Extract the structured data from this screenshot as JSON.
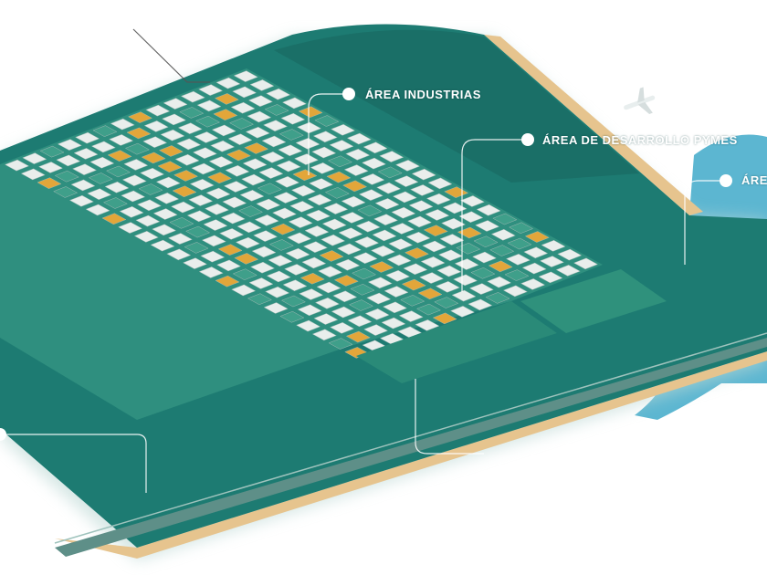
{
  "map": {
    "labels": [
      {
        "id": "industrias",
        "text": "ÁREA INDUSTRIAS"
      },
      {
        "id": "pymes",
        "text": "ÁREA DE DESARROLLO PYMES"
      },
      {
        "id": "third",
        "text": "ÁRE"
      }
    ],
    "icons": [
      "airplane-icon"
    ],
    "colors": {
      "park": "#1d7b72",
      "plot": "#3f9f8a",
      "building": "#e9eeec",
      "accent": "#e2a63a",
      "sand": "#e6c48e",
      "water": "#5cb6d1",
      "road": "#5e8f88"
    }
  }
}
